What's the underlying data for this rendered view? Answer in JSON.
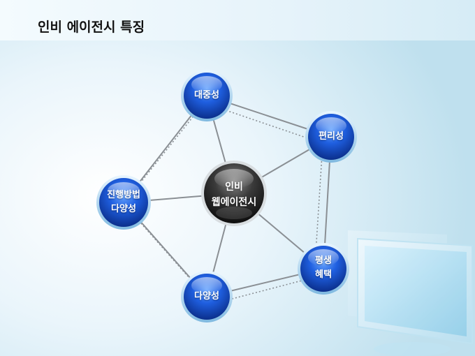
{
  "title": "인비 에이전시 특징",
  "center": {
    "line1": "인비",
    "line2": "웹에이전시"
  },
  "nodes": {
    "top": {
      "label": "대중성"
    },
    "right": {
      "label": "편리성"
    },
    "bottom_right": {
      "line1": "평생",
      "line2": "혜택"
    },
    "bottom": {
      "label": "다양성"
    },
    "left": {
      "line1": "진행방법",
      "line2": "다양성"
    }
  },
  "colors": {
    "node_blue": "#1f5fe0",
    "center_dark": "#3a3a3a",
    "line": "#8a8f94"
  }
}
